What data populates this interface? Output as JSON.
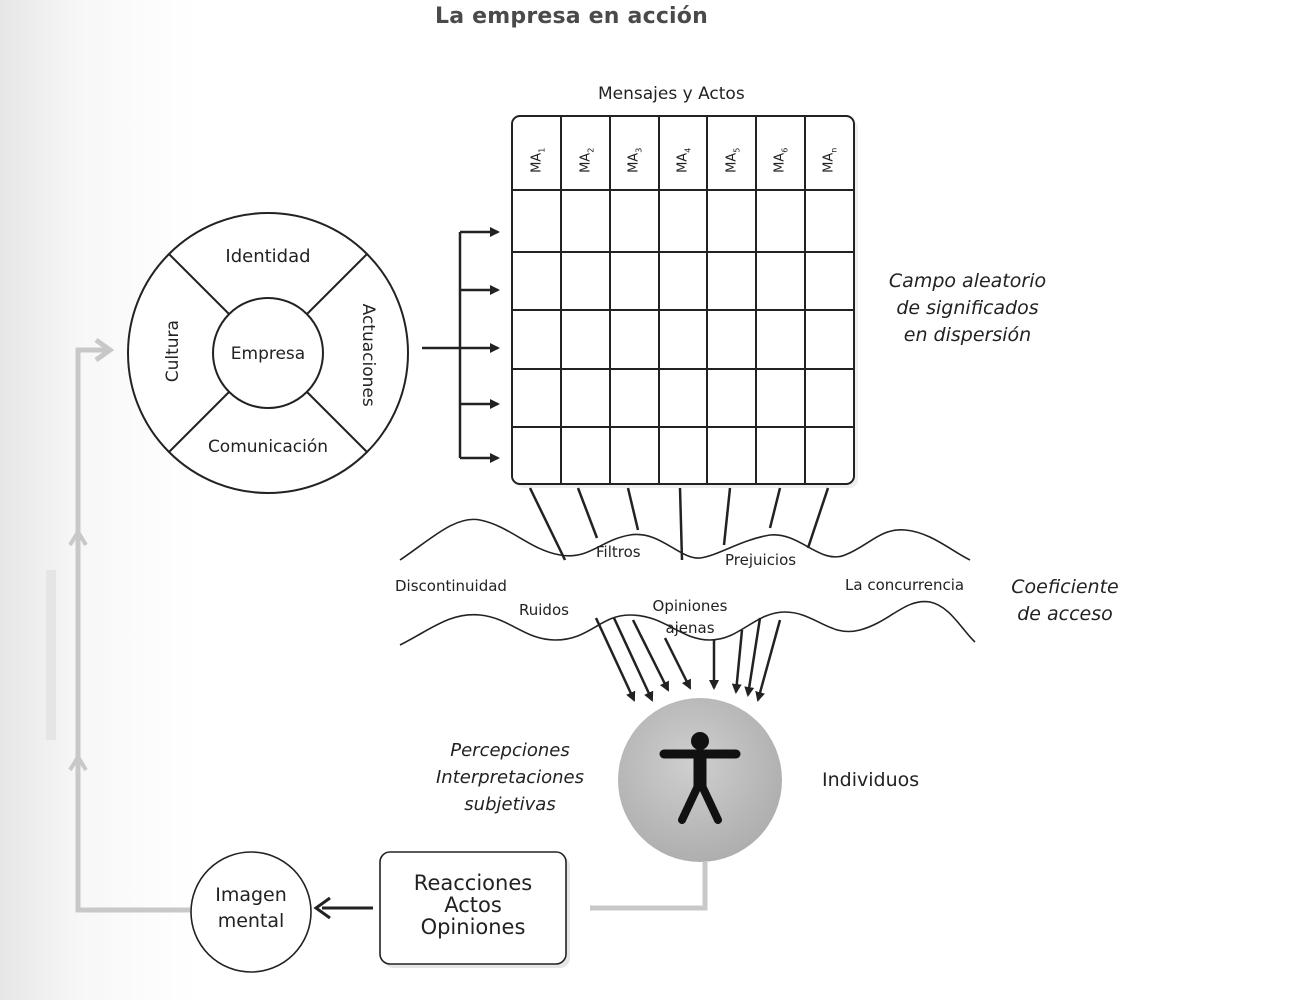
{
  "header": {
    "title": "La empresa en acción"
  },
  "matrix": {
    "title": "Mensajes y Actos",
    "columns": [
      {
        "base": "MA",
        "sub": "1"
      },
      {
        "base": "MA",
        "sub": "2"
      },
      {
        "base": "MA",
        "sub": "3"
      },
      {
        "base": "MA",
        "sub": "4"
      },
      {
        "base": "MA",
        "sub": "5"
      },
      {
        "base": "MA",
        "sub": "6"
      },
      {
        "base": "MA",
        "sub": "n"
      }
    ],
    "side_label": [
      "Campo aleatorio",
      "de significados",
      "en dispersión"
    ]
  },
  "circle": {
    "center": "Empresa",
    "top": "Identidad",
    "right": "Actuaciones",
    "bottom": "Comunicación",
    "left": "Cultura"
  },
  "barrier": {
    "labels": {
      "filtros": "Filtros",
      "prejuicios": "Prejuicios",
      "discontinuidad": "Discontinuidad",
      "ruidos": "Ruidos",
      "opiniones": [
        "Opiniones",
        "ajenas"
      ],
      "concurrencia": "La concurrencia"
    },
    "side_label": [
      "Coeficiente",
      "de acceso"
    ]
  },
  "individual": {
    "label": "Individuos",
    "perceptions": [
      "Percepciones",
      "Interpretaciones",
      "subjetivas"
    ]
  },
  "reactions": {
    "lines": [
      "Reacciones",
      "Actos",
      "Opiniones"
    ]
  },
  "image": {
    "lines": [
      "Imagen",
      "mental"
    ]
  },
  "colors": {
    "ink": "#222222",
    "fill": "#ffffff",
    "person_bg": "#b8b8b8",
    "feedback": "#c8c8c8"
  }
}
